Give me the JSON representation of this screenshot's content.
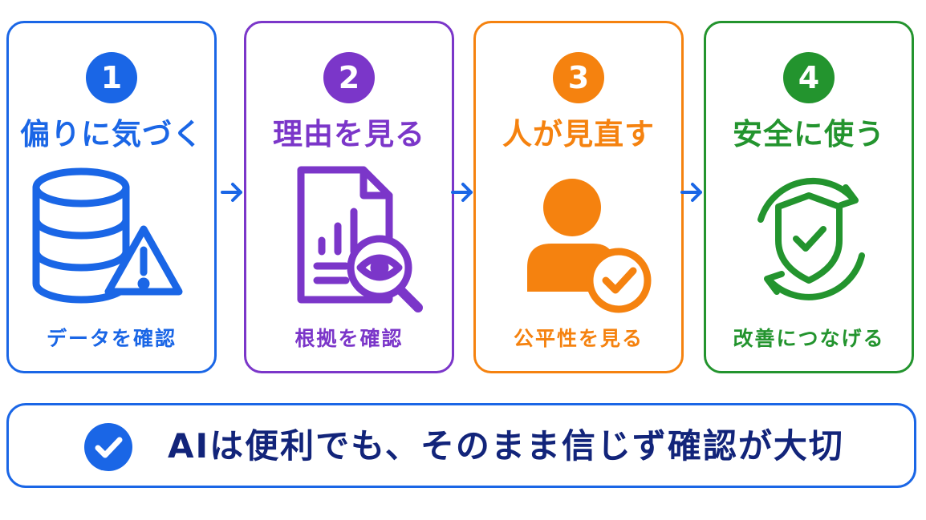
{
  "colors": {
    "blue": "#1a66e6",
    "purple": "#7b36c9",
    "orange": "#f5820f",
    "green": "#23942e",
    "navy": "#12247a"
  },
  "steps": [
    {
      "number": "1",
      "title": "偏りに気づく",
      "caption": "データを確認",
      "icon": "database-warning-icon"
    },
    {
      "number": "2",
      "title": "理由を見る",
      "caption": "根拠を確認",
      "icon": "document-magnifier-eye-icon"
    },
    {
      "number": "3",
      "title": "人が見直す",
      "caption": "公平性を見る",
      "icon": "person-check-icon"
    },
    {
      "number": "4",
      "title": "安全に使う",
      "caption": "改善につなげる",
      "icon": "shield-check-cycle-icon"
    }
  ],
  "banner": {
    "text": "AIは便利でも、そのまま信じず確認が大切",
    "icon": "check-circle-icon"
  }
}
